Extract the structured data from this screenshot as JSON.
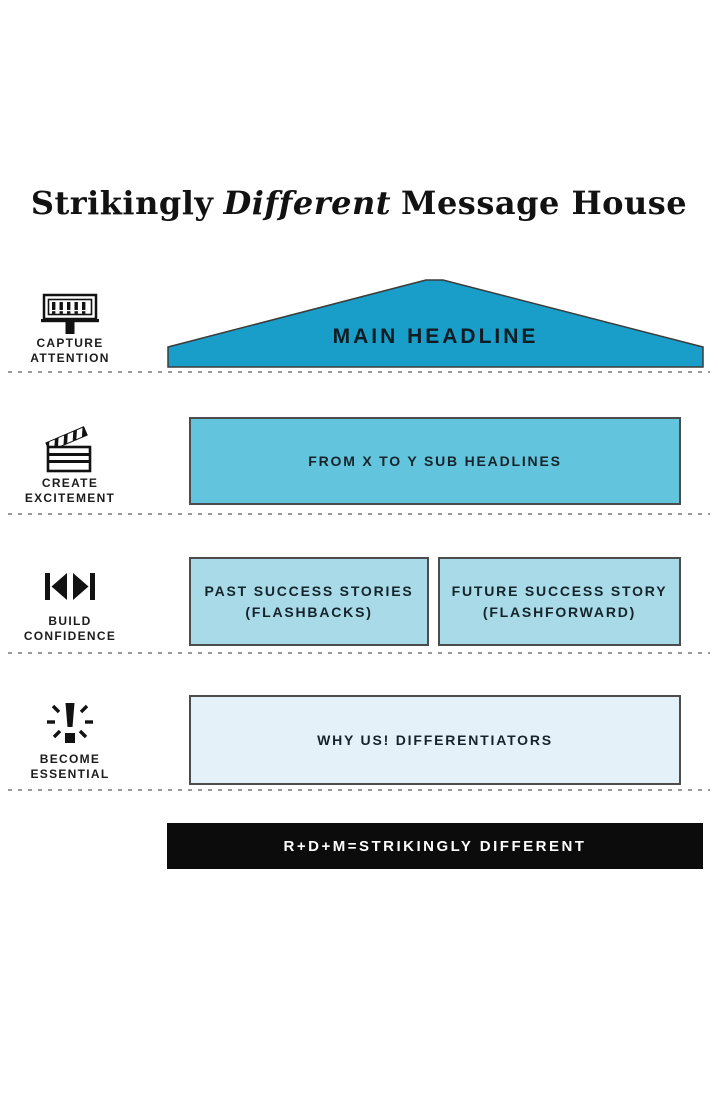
{
  "title": {
    "part1": "Strikingly",
    "emphasis": "Different",
    "part2": "Message House"
  },
  "roof": {
    "label": "MAIN HEADLINE"
  },
  "side_labels": [
    {
      "icon": "billboard-icon",
      "line1": "CAPTURE",
      "line2": "ATTENTION"
    },
    {
      "icon": "clapperboard-icon",
      "line1": "CREATE",
      "line2": "EXCITEMENT"
    },
    {
      "icon": "skip-back-forward-icon",
      "line1": "BUILD",
      "line2": "CONFIDENCE"
    },
    {
      "icon": "exclamation-burst-icon",
      "line1": "BECOME",
      "line2": "ESSENTIAL"
    }
  ],
  "boxes": {
    "sub_headlines": "FROM X TO Y SUB HEADLINES",
    "past_line1": "PAST SUCCESS STORIES",
    "past_line2": "(FLASHBACKS)",
    "future_line1": "FUTURE SUCCESS STORY",
    "future_line2": "(FLASHFORWARD)",
    "why_us": "WHY US! DIFFERENTIATORS"
  },
  "footer": {
    "label": "R+D+M=STRIKINGLY DIFFERENT"
  },
  "colors": {
    "roof": "#189EC8",
    "sub_headlines_box": "#62C4DD",
    "stories_box": "#A8DAE8",
    "why_us_box": "#E4F1F8",
    "footer_bar": "#0C0C0C",
    "box_border": "#4C4C4C",
    "dotted_line": "#9A9A9A",
    "text": "#1C1C1C"
  }
}
